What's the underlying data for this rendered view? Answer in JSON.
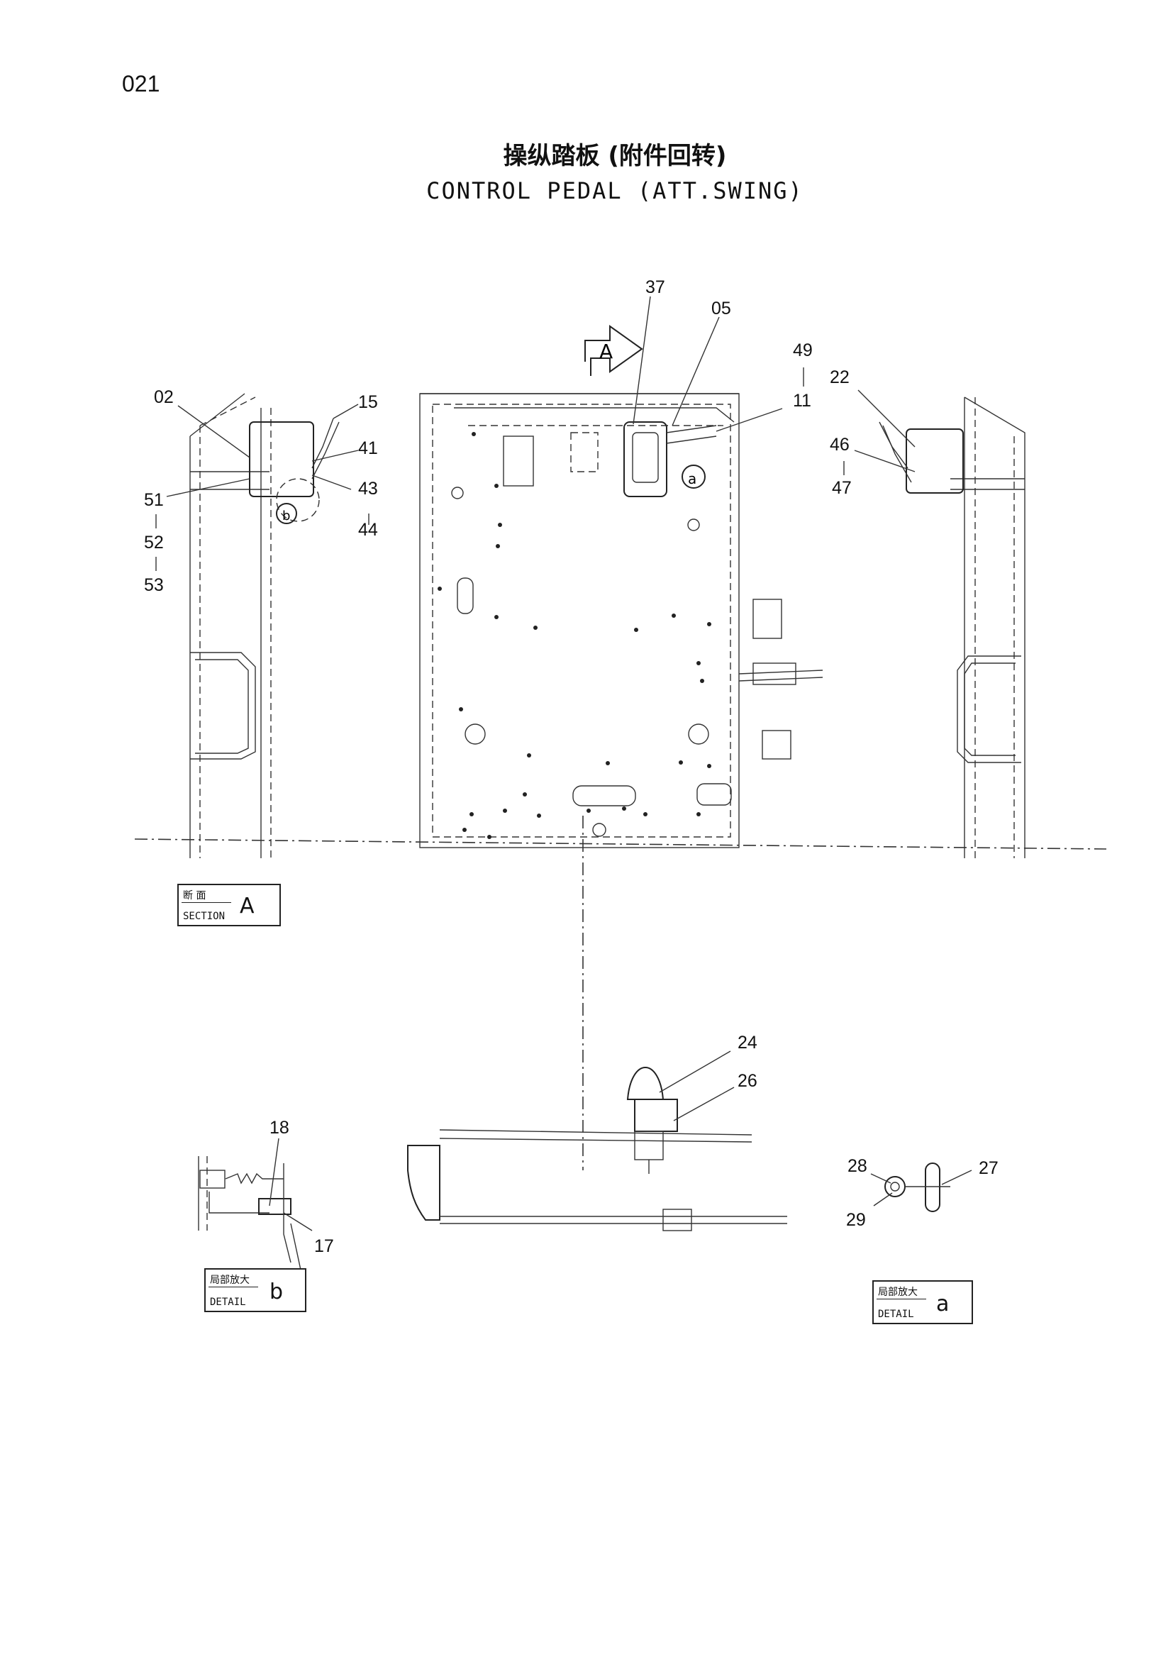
{
  "page_number": "021",
  "title_cn": "操纵踏板 (附件回转)",
  "title_en": "CONTROL PEDAL (ATT.SWING)",
  "view_arrow": "A",
  "detail_circles": {
    "a": "a",
    "b": "b"
  },
  "label_boxes": {
    "section_a": {
      "cn": "断 面",
      "en": "SECTION",
      "id": "A"
    },
    "detail_b": {
      "cn": "局部放大",
      "en": "DETAIL",
      "id": "b"
    },
    "detail_a": {
      "cn": "局部放大",
      "en": "DETAIL",
      "id": "a"
    }
  },
  "part_labels": {
    "p37": "37",
    "p05": "05",
    "p49": "49",
    "p11": "11",
    "p02": "02",
    "p15": "15",
    "p41": "41",
    "p43": "43",
    "p44": "44",
    "p51": "51",
    "p52": "52",
    "p53": "53",
    "p22": "22",
    "p46": "46",
    "p47": "47",
    "p24": "24",
    "p26": "26",
    "p18": "18",
    "p17": "17",
    "p28": "28",
    "p29": "29",
    "p27": "27"
  }
}
